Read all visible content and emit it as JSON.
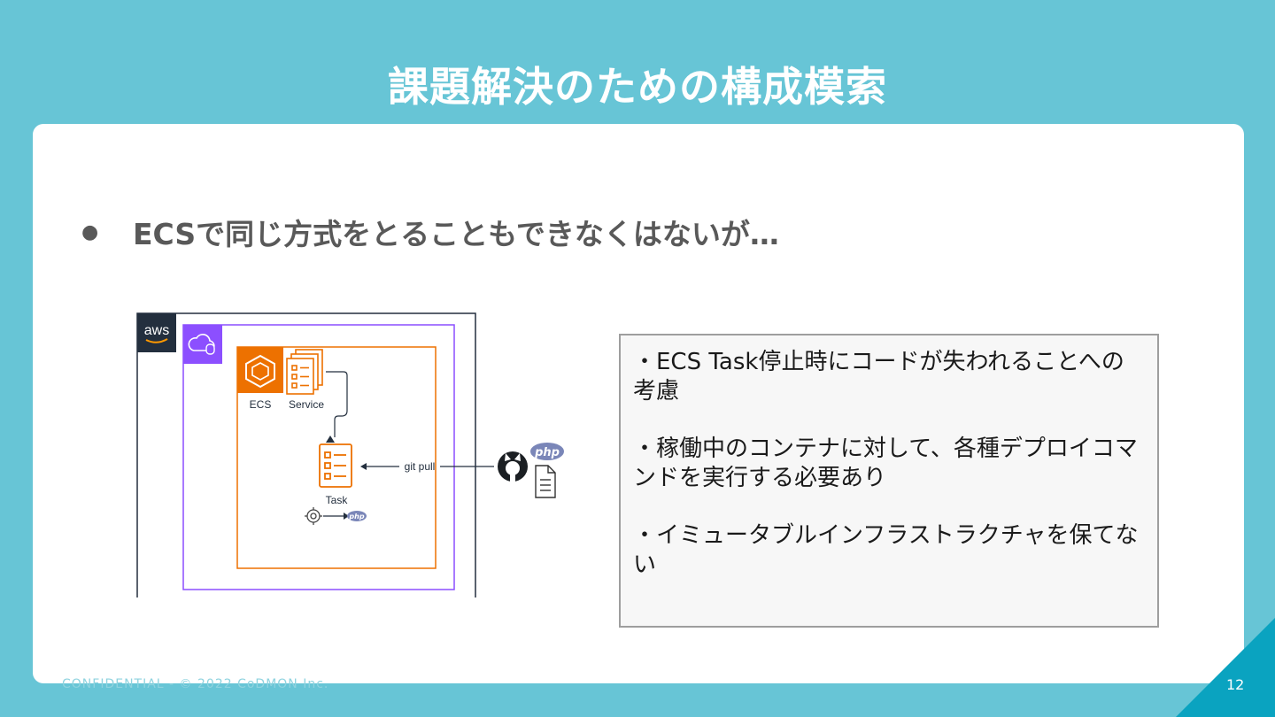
{
  "slide": {
    "title": "課題解決のための構成模索",
    "bullet": "ECSで同じ方式をとることもできなくはないが…",
    "footer": "CONFIDENTIAL - © 2022 CoDMON Inc.",
    "page_number": "12"
  },
  "diagram": {
    "aws_label": "aws",
    "ecs_label": "ECS",
    "service_label": "Service",
    "task_label": "Task",
    "arrow_label": "git pull",
    "php_label": "php"
  },
  "notes": [
    "・ECS Task停止時にコードが失われることへの考慮",
    "・稼働中のコンテナに対して、各種デプロイコマンドを実行する必要あり",
    "・イミュータブルインフラストラクチャを保てない"
  ],
  "colors": {
    "background": "#67c5d6",
    "accent_dark": "#0aa3c0",
    "aws_orange": "#ed7100",
    "vpc_purple": "#8c4fff",
    "aws_navy": "#232f3e"
  }
}
